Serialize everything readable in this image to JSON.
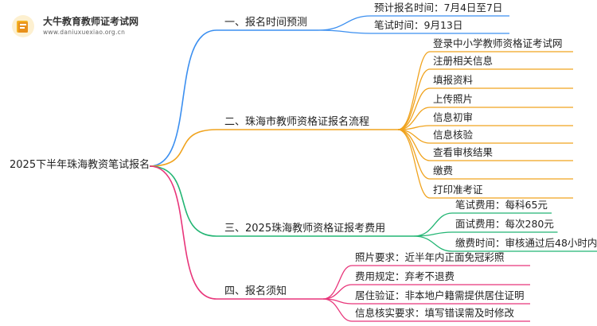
{
  "logo": {
    "name": "大牛教育教师证考试网",
    "url": "www.daniuxuexiao.org.cn"
  },
  "root": "2025下半年珠海教资笔试报名",
  "branches": [
    {
      "label": "一、报名时间预测",
      "color": "#3b8ff0",
      "items": [
        "预计报名时间：7月4日至7日",
        "笔试时间：9月13日"
      ]
    },
    {
      "label": "二、珠海市教师资格证报名流程",
      "color": "#f0a31e",
      "items": [
        "登录中小学教师资格证考试网",
        "注册相关信息",
        "填报资料",
        "上传照片",
        "信息初审",
        "信息核验",
        "查看审核结果",
        "缴费",
        "打印准考证"
      ]
    },
    {
      "label": "三、2025珠海教师资格证报考费用",
      "color": "#22b573",
      "items": [
        "笔试费用：每科65元",
        "面试费用：每次280元",
        "缴费时间：审核通过后48小时内"
      ]
    },
    {
      "label": "四、报名须知",
      "color": "#e8357a",
      "items": [
        "照片要求：近半年内正面免冠彩照",
        "费用规定：弃考不退费",
        "居住验证：非本地户籍需提供居住证明",
        "信息核实要求：填写错误需及时修改"
      ]
    }
  ]
}
